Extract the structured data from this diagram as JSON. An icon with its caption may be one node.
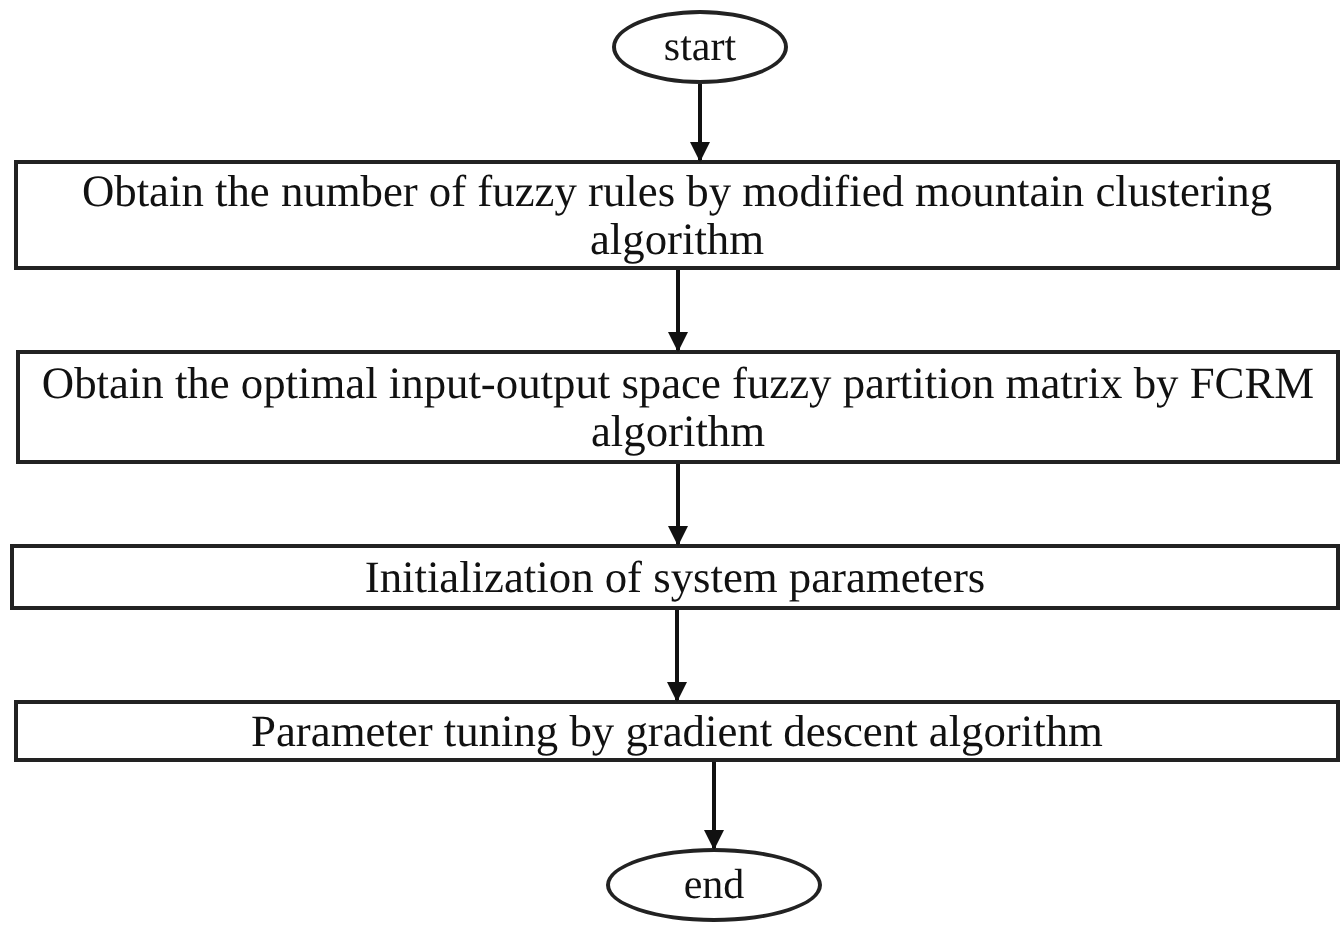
{
  "diagram": {
    "nodes": [
      {
        "text": [
          "start"
        ]
      },
      {
        "text": [
          "Obtain the number of fuzzy rules by modified mountain clustering algorithm"
        ]
      },
      {
        "text": [
          "Obtain the optimal input-output space fuzzy partition matrix by FCRM algorithm"
        ]
      },
      {
        "text": [
          "Initialization of system parameters"
        ]
      },
      {
        "text": [
          "Parameter tuning by gradient descent algorithm"
        ]
      },
      {
        "text": [
          "end"
        ]
      }
    ],
    "edges": [
      {
        "from": 0,
        "to": 1,
        "arrow": "to"
      },
      {
        "from": 1,
        "to": 2,
        "arrow": "to"
      },
      {
        "from": 2,
        "to": 3,
        "arrow": "to"
      },
      {
        "from": 3,
        "to": 4,
        "arrow": "to"
      },
      {
        "from": 4,
        "to": 5,
        "arrow": "to"
      }
    ]
  }
}
